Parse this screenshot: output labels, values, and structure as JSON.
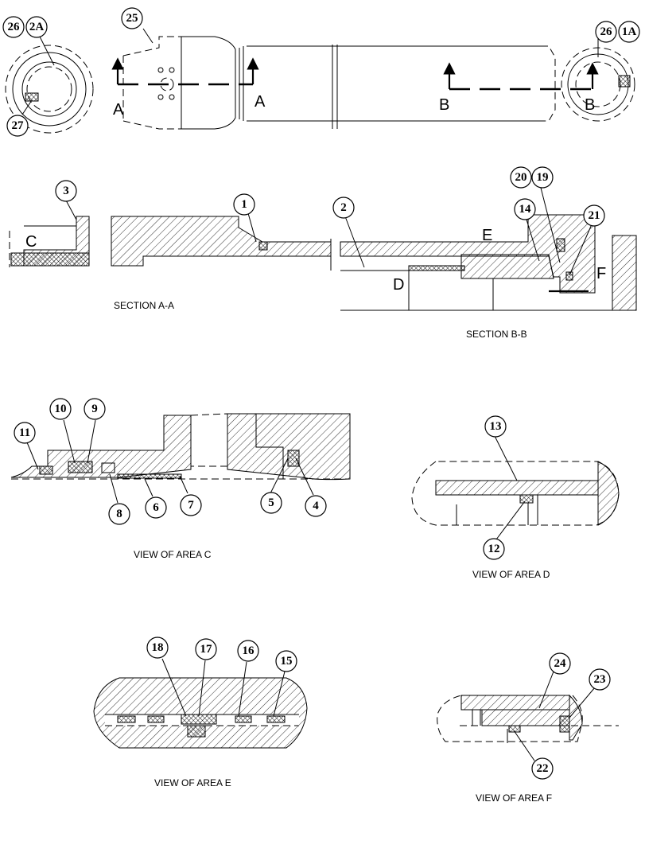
{
  "section_labels": {
    "section_aa": "SECTION A-A",
    "section_bb": "SECTION B-B",
    "view_c": "VIEW OF AREA C",
    "view_d": "VIEW OF AREA D",
    "view_e": "VIEW OF AREA E",
    "view_f": "VIEW OF AREA F"
  },
  "letters": {
    "a_left": "A",
    "a_right": "A",
    "b_left": "B",
    "b_right": "B",
    "c": "C",
    "d": "D",
    "e": "E",
    "f": "F"
  },
  "callouts": {
    "c26_left": "26",
    "c2a": "2A",
    "c27": "27",
    "c25": "25",
    "c26_right": "26",
    "c1a": "1A",
    "c3": "3",
    "c1": "1",
    "c2": "2",
    "c20": "20",
    "c19": "19",
    "c14": "14",
    "c21": "21",
    "c11": "11",
    "c10": "10",
    "c9": "9",
    "c8": "8",
    "c6": "6",
    "c7": "7",
    "c5": "5",
    "c4": "4",
    "c13": "13",
    "c12": "12",
    "c18": "18",
    "c17": "17",
    "c16": "16",
    "c15": "15",
    "c24": "24",
    "c23": "23",
    "c22": "22"
  }
}
